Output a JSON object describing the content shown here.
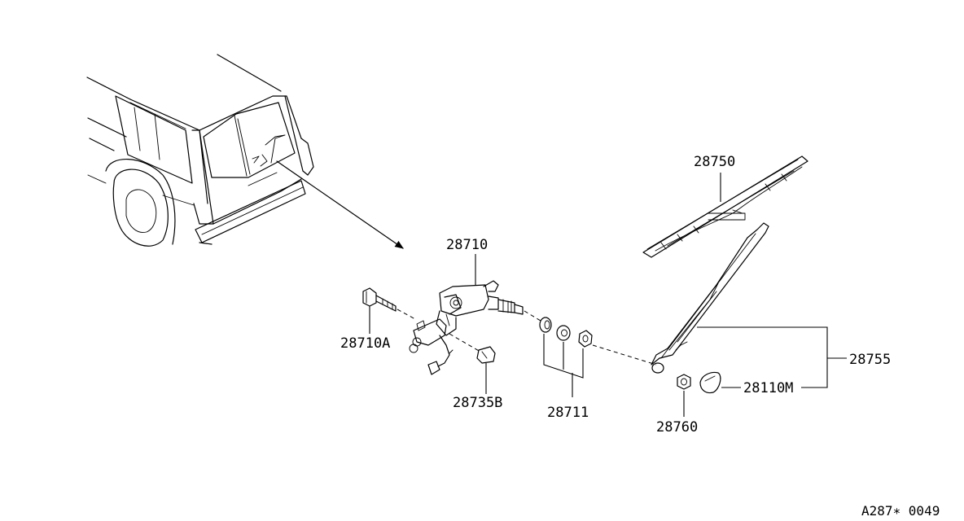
{
  "parts": {
    "p28750": "28750",
    "p28710": "28710",
    "p28710A": "28710A",
    "p28735B": "28735B",
    "p28711": "28711",
    "p28755": "28755",
    "p28110M": "28110M",
    "p28760": "28760"
  },
  "drawing_code": "A287∗ 0049"
}
